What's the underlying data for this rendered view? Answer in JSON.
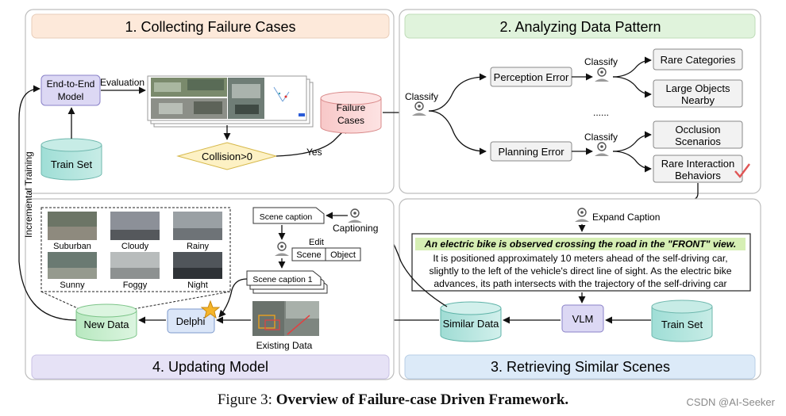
{
  "panels": {
    "p1": {
      "title": "1. Collecting Failure Cases",
      "color": "#fde9da"
    },
    "p2": {
      "title": "2. Analyzing Data Pattern",
      "color": "#e0f3dc"
    },
    "p3": {
      "title": "3. Retrieving Similar Scenes",
      "color": "#dceaf8"
    },
    "p4": {
      "title": "4. Updating Model",
      "color": "#e6e2f6"
    }
  },
  "p1": {
    "model": [
      "End-to-End",
      "Model"
    ],
    "evaluation": "Evaluation",
    "train_set": "Train Set",
    "collision": "Collision>0",
    "yes": "Yes",
    "failure_cases": [
      "Failure",
      "Cases"
    ],
    "incremental": "Incremental Training"
  },
  "p2": {
    "classify": "Classify",
    "perception": "Perception Error",
    "planning": "Planning Error",
    "rare_categories": "Rare Categories",
    "large_objects": [
      "Large Objects",
      "Nearby"
    ],
    "dots": "......",
    "occlusion": [
      "Occlusion",
      "Scenarios"
    ],
    "rare_interaction": [
      "Rare Interaction",
      "Behaviors"
    ]
  },
  "p3": {
    "expand": "Expand Caption",
    "caption_bold": "An electric bike is observed crossing the road in the \"FRONT\" view.",
    "caption_lines": [
      "It is positioned approximately 10 meters ahead of the self-driving car,",
      "slightly to the left of the vehicle's direct line of sight. As the electric bike",
      "advances, its path intersects with the trajectory of the self-driving car"
    ],
    "similar_data": "Similar Data",
    "vlm": "VLM",
    "train_set": "Train Set"
  },
  "p4": {
    "weather": [
      "Suburban",
      "Cloudy",
      "Rainy",
      "Sunny",
      "Foggy",
      "Night"
    ],
    "scene_caption": "Scene caption",
    "captioning": "Captioning",
    "edit": "Edit",
    "scene": "Scene",
    "object": "Object",
    "scene_caption_1": "Scene caption 1",
    "new_data": "New Data",
    "delphi": "Delphi",
    "existing_data": "Existing Data"
  },
  "caption": {
    "prefix": "Figure 3: ",
    "bold": "Overview of Failure-case Driven Framework."
  },
  "watermark": "CSDN @AI-Seeker"
}
